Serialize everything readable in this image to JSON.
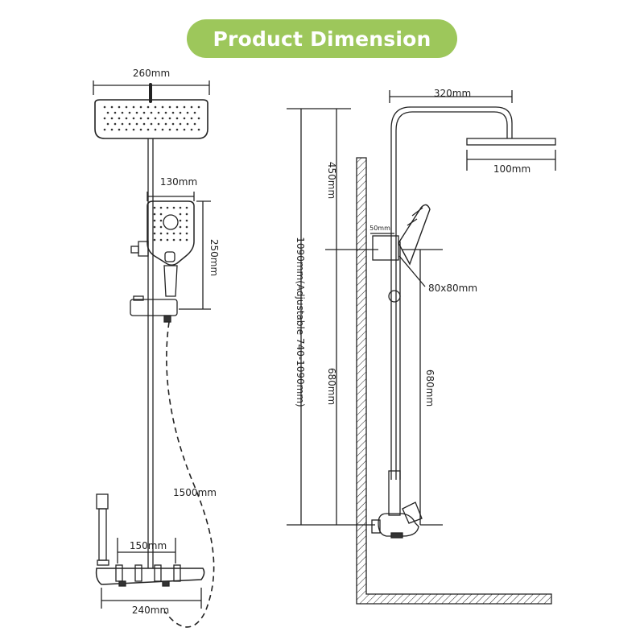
{
  "title": "Product Dimension",
  "left_view": {
    "head_width": "260mm",
    "handheld_width": "130mm",
    "handheld_height": "250mm",
    "hose_length": "1500mm",
    "valve_spacing": "150mm",
    "shelf_width": "240mm"
  },
  "right_view": {
    "arm_reach": "320mm",
    "head_depth": "100mm",
    "upper_segment": "450mm",
    "overall_height": "1090mm(Adjustable 740-1090mm)",
    "lower_segment": "680mm",
    "bracket_width": "50mm",
    "bracket_size": "80x80mm",
    "slide_height": "680mm"
  },
  "colors": {
    "title_pill": "#9dc75b",
    "title_text": "#ffffff",
    "line": "#222222"
  }
}
